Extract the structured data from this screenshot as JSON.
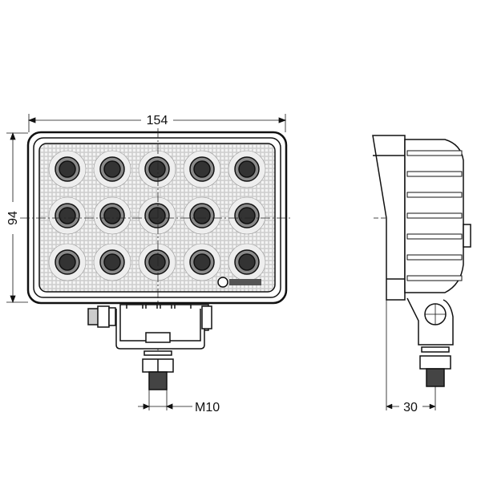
{
  "dimensions": {
    "width": "154",
    "height": "94",
    "thread": "M10",
    "depth": "30"
  },
  "led_grid": {
    "rows": 3,
    "columns": 5
  },
  "colors": {
    "line": "#111111",
    "lens": "#8a8a8a",
    "led": "#333333"
  }
}
